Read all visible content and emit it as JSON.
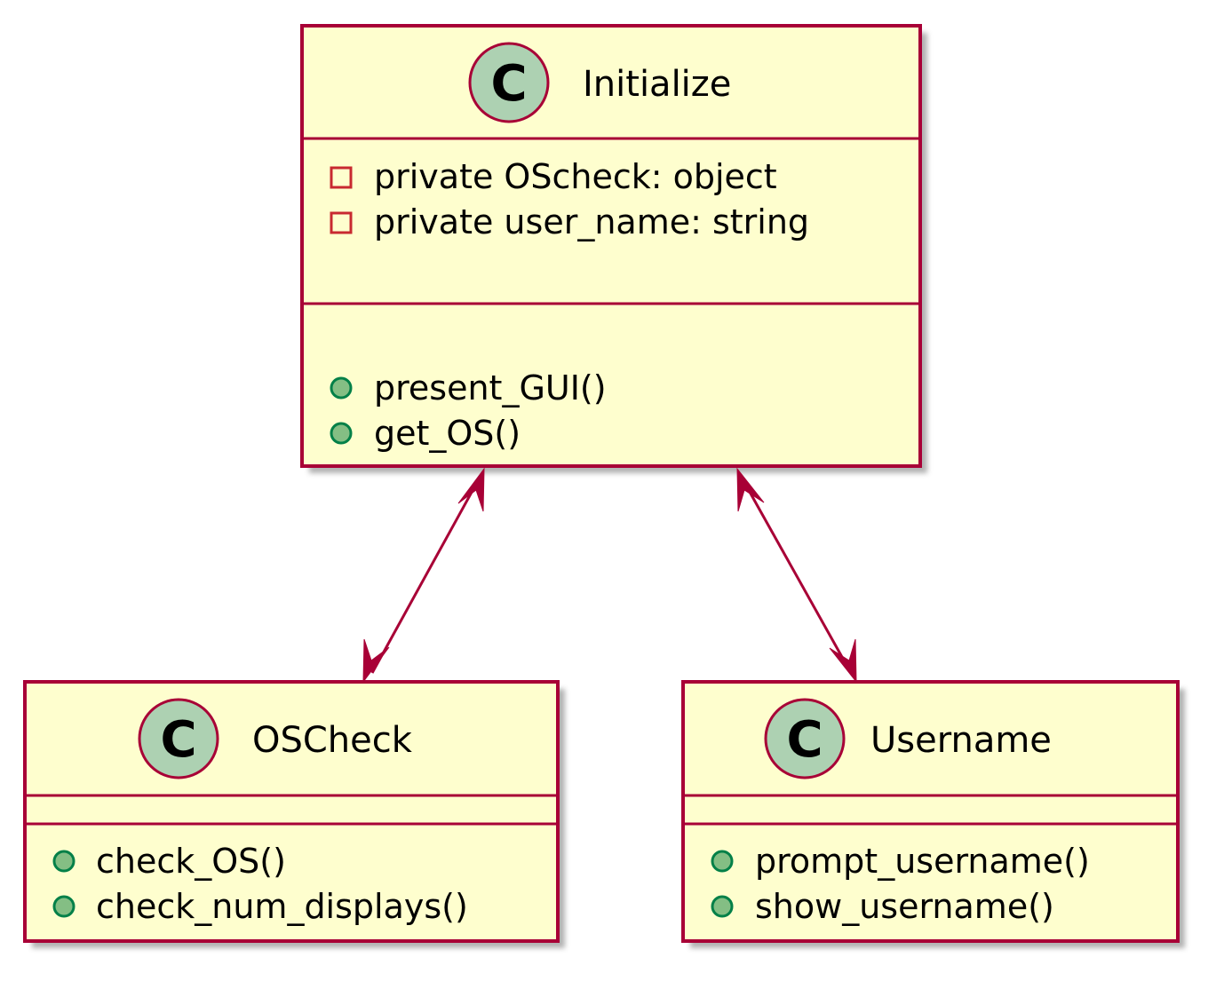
{
  "colors": {
    "class_fill": "#FEFECE",
    "border": "#A80036",
    "shadow": "#AAAAAA",
    "badge_fill": "#ADD1B2",
    "private_marker": "#C82930",
    "public_fill": "#84BE84",
    "public_stroke": "#038048"
  },
  "classes": {
    "initialize": {
      "stereotype_letter": "C",
      "name": "Initialize",
      "attributes": [
        {
          "visibility": "private",
          "text": "private OScheck: object"
        },
        {
          "visibility": "private",
          "text": "private user_name: string"
        }
      ],
      "methods": [
        {
          "visibility": "public",
          "text": "present_GUI()"
        },
        {
          "visibility": "public",
          "text": "get_OS()"
        }
      ]
    },
    "oscheck": {
      "stereotype_letter": "C",
      "name": "OSCheck",
      "attributes": [],
      "methods": [
        {
          "visibility": "public",
          "text": "check_OS()"
        },
        {
          "visibility": "public",
          "text": "check_num_displays()"
        }
      ]
    },
    "username": {
      "stereotype_letter": "C",
      "name": "Username",
      "attributes": [],
      "methods": [
        {
          "visibility": "public",
          "text": "prompt_username()"
        },
        {
          "visibility": "public",
          "text": "show_username()"
        }
      ]
    }
  },
  "relations": [
    {
      "from": "Initialize",
      "to": "OSCheck",
      "arrow": "both"
    },
    {
      "from": "Initialize",
      "to": "Username",
      "arrow": "both"
    }
  ]
}
